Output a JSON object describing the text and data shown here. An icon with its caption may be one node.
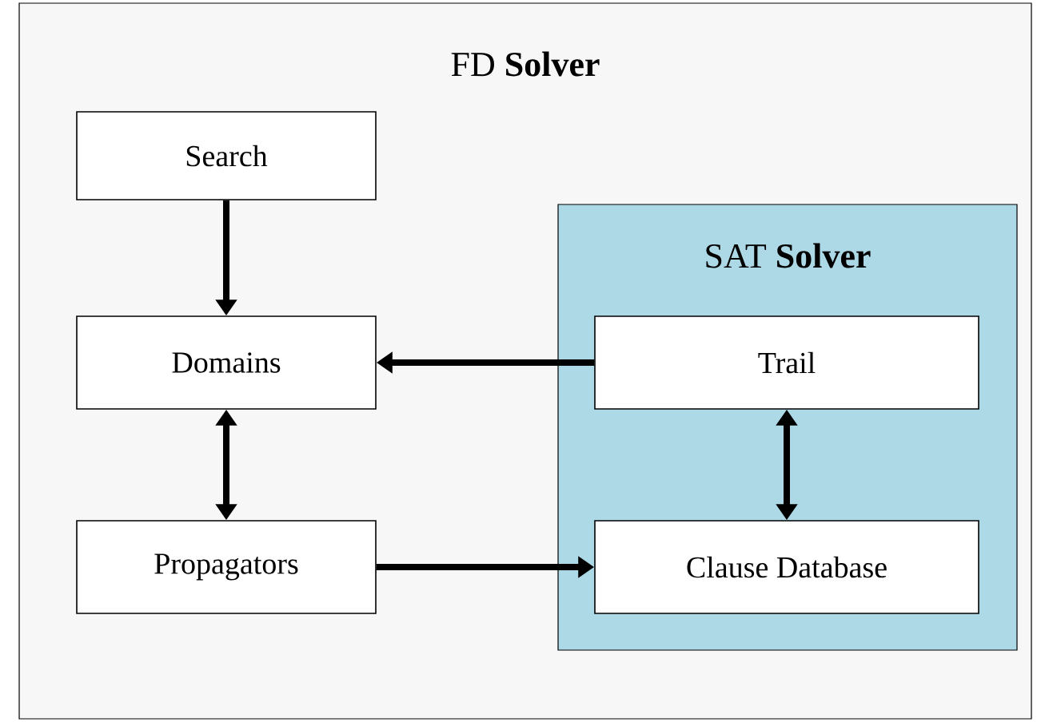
{
  "diagram": {
    "nodes": [
      {
        "text": [
          "FD **Solver**"
        ]
      },
      {
        "text": [
          "Search"
        ],
        "in": 0
      },
      {
        "text": [
          "Domains"
        ],
        "in": 0
      },
      {
        "text": [
          "Propagators"
        ],
        "in": 0
      },
      {
        "text": [
          "SAT **Solver**"
        ],
        "in": 0
      },
      {
        "text": [
          "Trail"
        ],
        "in": 4
      },
      {
        "text": [
          "Clause Database"
        ],
        "in": 4
      }
    ],
    "edges": [
      {
        "from": 1,
        "to": 2,
        "arrow": "to"
      },
      {
        "from": 2,
        "to": 3,
        "arrow": "both"
      },
      {
        "from": 5,
        "to": 2,
        "arrow": "to"
      },
      {
        "from": 3,
        "to": 6,
        "arrow": "to"
      },
      {
        "from": 5,
        "to": 6,
        "arrow": "both"
      }
    ]
  }
}
